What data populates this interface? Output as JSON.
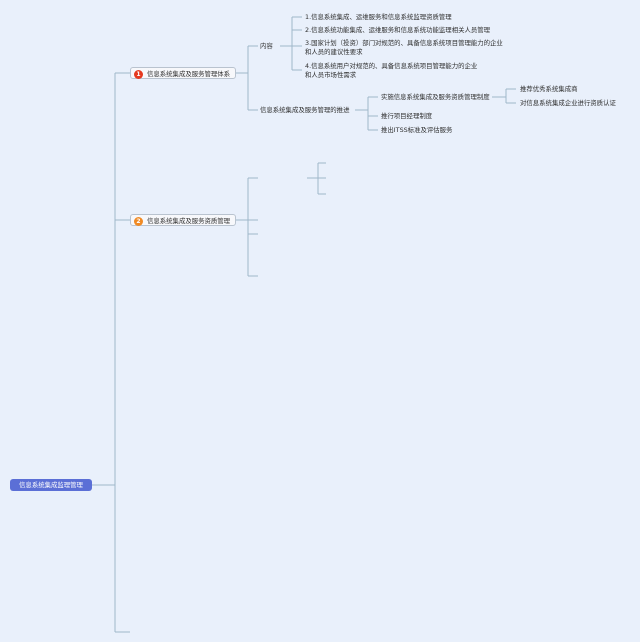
{
  "root": {
    "label": "信息系统集成监理管理"
  },
  "topics": [
    {
      "badge": "1",
      "label": "信息系统集成及服务管理体系",
      "children": [
        {
          "label": "内容",
          "items": [
            "1.信息系统集成、运维服务和信息系统监理资质管理",
            "2.信息系统功能集成、运维服务和信息系统功能监理相关人员管理",
            "3.国家计划（投资）部门对规范的、具备信息系统项目管理能力的企业和人员的建议性要求",
            "4.信息系统用户对规范的、具备信息系统项目管理能力的企业和人员市场性需求"
          ]
        },
        {
          "label": "信息系统集成及服务管理的推进",
          "items": [
            {
              "label": "实施信息系统集成及服务资质管理制度",
              "children": [
                "推荐优秀系统集成商",
                "对信息系统集成企业进行资质认证"
              ]
            },
            {
              "label": "推行项目经理制度"
            },
            {
              "label": "推出ITSS标准及评估服务"
            }
          ]
        }
      ]
    },
    {
      "badge": "2",
      "label": "信息系统集成及服务资质管理"
    }
  ],
  "colors": {
    "line": "#9fb7c9",
    "root_bg": "#5b6fd6",
    "badge1": "#e5391f",
    "badge2": "#f08a24"
  }
}
